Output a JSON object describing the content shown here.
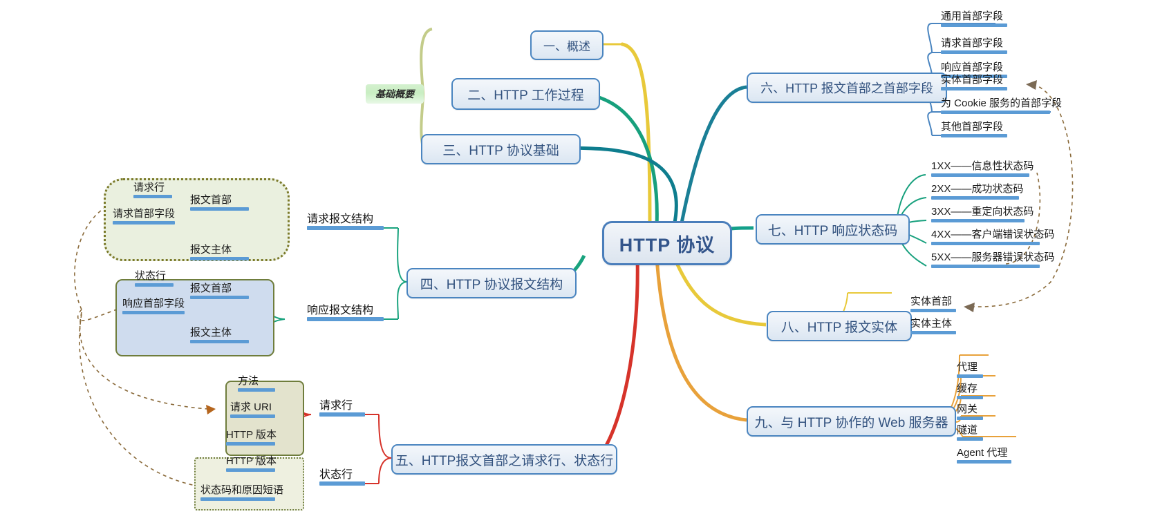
{
  "central": {
    "label": "HTTP 协议"
  },
  "relationship_label": {
    "label": "基础概要"
  },
  "branches": {
    "overview": [
      {
        "label": "一、概述"
      },
      {
        "label": "二、HTTP 工作过程"
      },
      {
        "label": "三、HTTP 协议基础"
      }
    ],
    "four": {
      "label": "四、HTTP 协议报文结构"
    },
    "five": {
      "label": "五、HTTP报文首部之请求行、状态行"
    },
    "six": {
      "label": "六、HTTP 报文首部之首部字段"
    },
    "seven": {
      "label": "七、HTTP 响应状态码"
    },
    "eight": {
      "label": "八、HTTP 报文实体"
    },
    "nine": {
      "label": "九、与 HTTP 协作的 Web 服务器"
    }
  },
  "four_children": {
    "request_structure": {
      "label": "请求报文结构"
    },
    "response_structure": {
      "label": "响应报文结构"
    },
    "request_group": {
      "header": {
        "label": "报文首部"
      },
      "body": {
        "label": "报文主体"
      },
      "header_children": [
        {
          "label": "请求行"
        },
        {
          "label": "请求首部字段"
        }
      ]
    },
    "response_group": {
      "header": {
        "label": "报文首部"
      },
      "body": {
        "label": "报文主体"
      },
      "header_children": [
        {
          "label": "状态行"
        },
        {
          "label": "响应首部字段"
        }
      ]
    }
  },
  "five_children": {
    "request_line": {
      "label": "请求行"
    },
    "status_line": {
      "label": "状态行"
    },
    "request_line_children": [
      {
        "label": "方法"
      },
      {
        "label": "请求 URI"
      },
      {
        "label": "HTTP 版本"
      }
    ],
    "status_line_children": [
      {
        "label": "HTTP 版本"
      },
      {
        "label": "状态码和原因短语"
      }
    ]
  },
  "six_children": [
    {
      "label": "通用首部字段"
    },
    {
      "label": "请求首部字段"
    },
    {
      "label": "响应首部字段"
    },
    {
      "label": "实体首部字段"
    },
    {
      "label": "为 Cookie 服务的首部字段"
    },
    {
      "label": "其他首部字段"
    }
  ],
  "seven_children": [
    {
      "label": "1XX——信息性状态码"
    },
    {
      "label": "2XX——成功状态码"
    },
    {
      "label": "3XX——重定向状态码"
    },
    {
      "label": "4XX——客户端错误状态码"
    },
    {
      "label": "5XX——服务器错误状态码"
    }
  ],
  "eight_children": [
    {
      "label": "实体首部"
    },
    {
      "label": "实体主体"
    }
  ],
  "nine_children": [
    {
      "label": "代理"
    },
    {
      "label": "缓存"
    },
    {
      "label": "网关"
    },
    {
      "label": "隧道"
    },
    {
      "label": "Agent 代理"
    }
  ],
  "colors": {
    "central_border": "#4a7ebb",
    "node_border": "#4a85c0",
    "node_text": "#31517e",
    "leaf_bar": "#5b9bd5",
    "branch_overview": "#e8c93a",
    "branch_four": "#19a37e",
    "branch_five": "#d6332a",
    "branch_six": "#1a7f96",
    "branch_seven": "#14a08a",
    "branch_eight": "#e8c93a",
    "branch_nine": "#e8a13a",
    "group_cloud_border": "#7b7a2a",
    "group_olive_border": "#6f7d3c",
    "crosslink": "#8a6a3a",
    "highlight_bg": "#c8eec2"
  }
}
